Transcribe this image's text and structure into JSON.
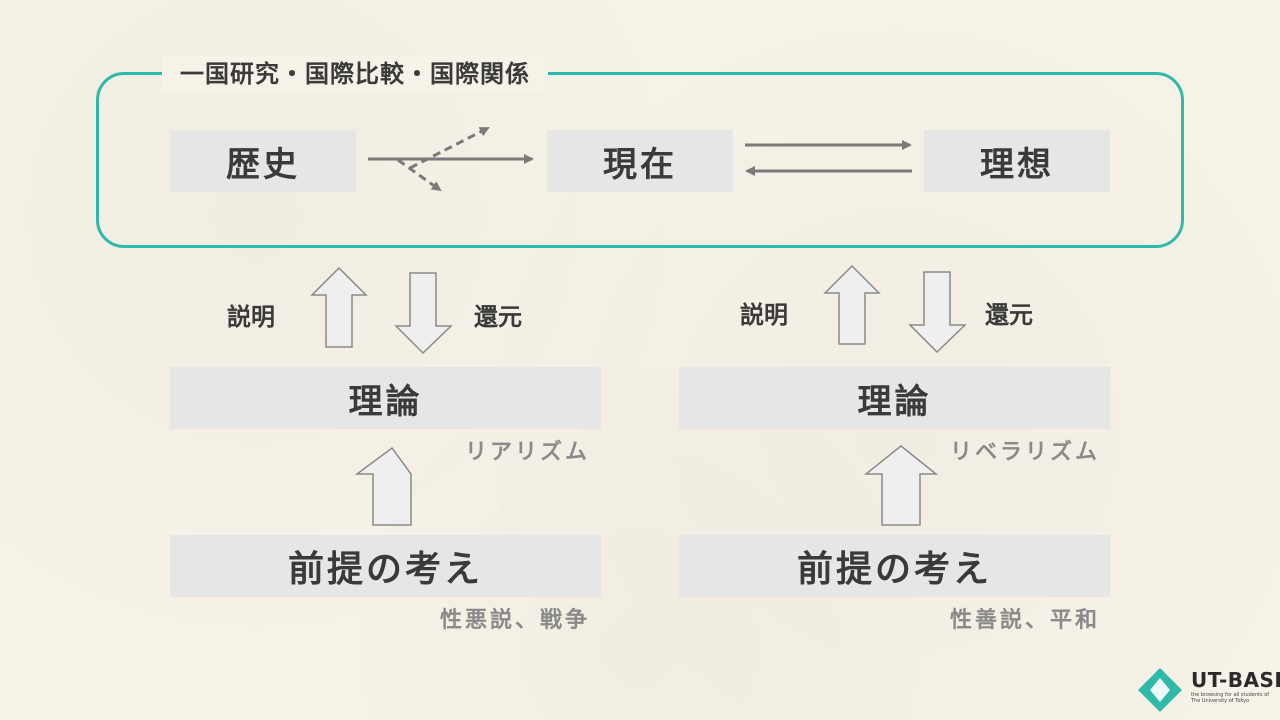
{
  "frame": {
    "title": "一国研究・国際比較・国際関係",
    "accent_color": "#2fb9a9"
  },
  "top_row": {
    "history": "歴史",
    "present": "現在",
    "ideal": "理想"
  },
  "left_column": {
    "explain": "説明",
    "reduce": "還元",
    "theory": "理論",
    "theory_school": "リアリズム",
    "premise": "前提の考え",
    "premise_detail": "性悪説、戦争"
  },
  "right_column": {
    "explain": "説明",
    "reduce": "還元",
    "theory": "理論",
    "theory_school": "リベラリズム",
    "premise": "前提の考え",
    "premise_detail": "性善説、平和"
  },
  "logo": {
    "name": "UT-BASE",
    "tagline": "the browsing for all students of The University of Tokyo",
    "color": "#2fb9a9"
  }
}
